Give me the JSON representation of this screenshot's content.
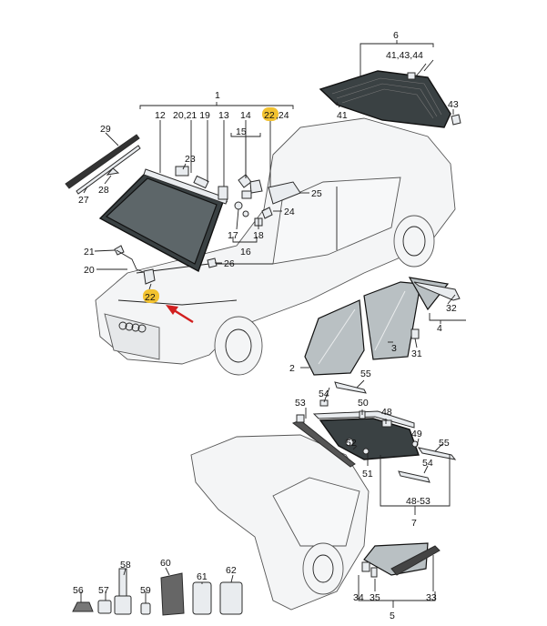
{
  "diagram": {
    "labels": {
      "l1": "1",
      "l6": "6",
      "l41_43_44": "41,43,44",
      "l43": "43",
      "l41": "41",
      "l12": "12",
      "l20_21_19": "20,21 19",
      "l13": "13",
      "l14": "14",
      "l22a": "22",
      "l24": ",24",
      "l15": "15",
      "l29": "29",
      "l27": "27",
      "l28": "28",
      "l23": "23",
      "l25": "25",
      "l24b": "24",
      "l17": "17",
      "l18": "18",
      "l16": "16",
      "l21": "21",
      "l20": "20",
      "l26": "26",
      "l22b": "22",
      "l32": "32",
      "l4": "4",
      "l3": "3",
      "l31": "31",
      "l2": "2",
      "l55a": "55",
      "l53": "53",
      "l54a": "54",
      "l50": "50",
      "l48": "48",
      "l49": "49",
      "l55b": "55",
      "l52": "52",
      "l51": "51",
      "l54b": "54",
      "l48_53": "48-53",
      "l7": "7",
      "l56": "56",
      "l57": "57",
      "l58": "58",
      "l59": "59",
      "l60": "60",
      "l61": "61",
      "l62": "62",
      "l34": "34",
      "l35": "35",
      "l5": "5",
      "l33": "33"
    },
    "highlight_color": "#f2c230",
    "arrow_color": "#d21f1f"
  }
}
